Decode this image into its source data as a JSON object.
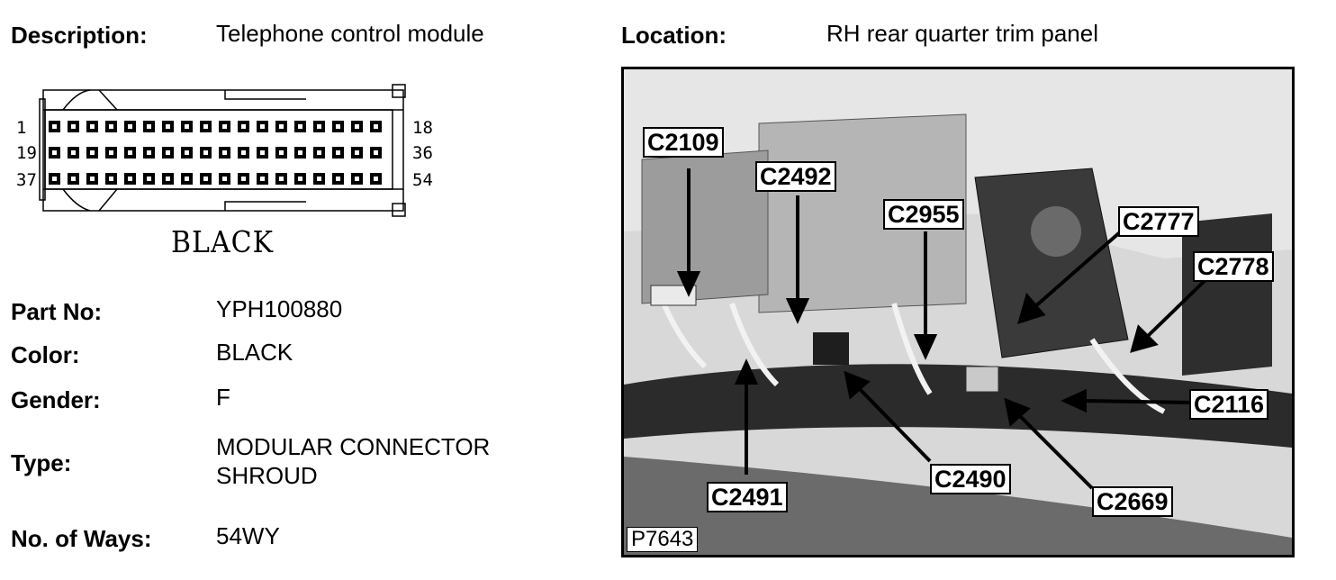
{
  "header": {
    "description_label": "Description:",
    "description_value": "Telephone control module",
    "location_label": "Location:",
    "location_value": "RH rear quarter trim panel"
  },
  "connector": {
    "color_text": "BLACK",
    "pin_labels": {
      "row1_start": "1",
      "row1_end": "18",
      "row2_start": "19",
      "row2_end": "36",
      "row3_start": "37",
      "row3_end": "54"
    },
    "rows": 3,
    "pins_per_row": 18
  },
  "specs": [
    {
      "label": "Part No:",
      "value": "YPH100880"
    },
    {
      "label": "Color:",
      "value": "BLACK"
    },
    {
      "label": "Gender:",
      "value": "F"
    },
    {
      "label": "Type:",
      "value": "MODULAR CONNECTOR",
      "value2": "SHROUD"
    },
    {
      "label": "No. of Ways:",
      "value": "54WY"
    }
  ],
  "photo": {
    "figure_id": "P7643",
    "callouts": [
      "C2109",
      "C2492",
      "C2955",
      "C2777",
      "C2778",
      "C2116",
      "C2490",
      "C2669",
      "C2491"
    ]
  }
}
